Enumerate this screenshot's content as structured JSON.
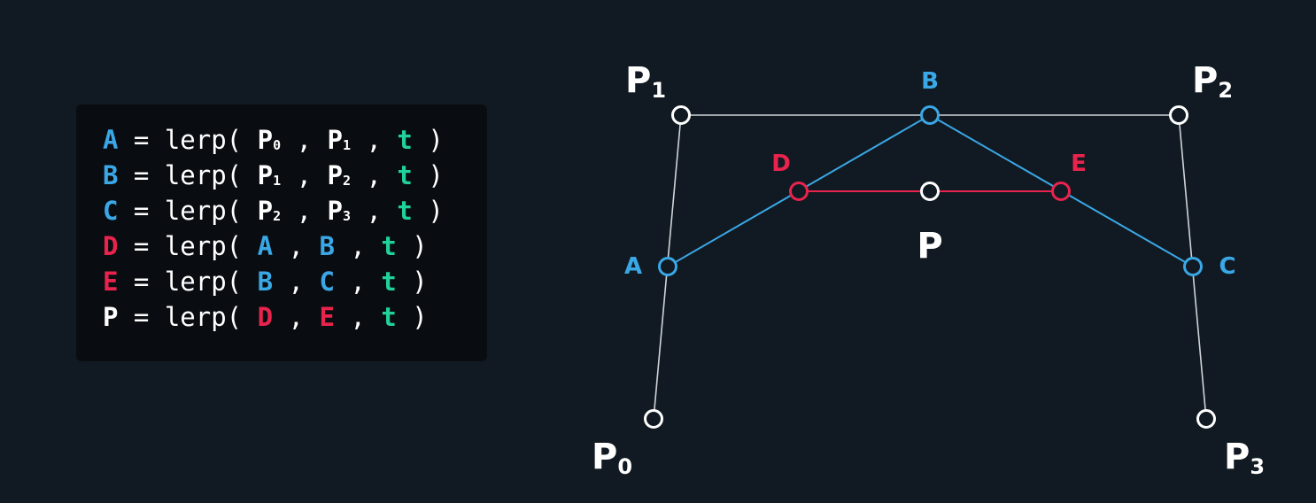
{
  "colors": {
    "background": "#111a22",
    "panel": "#090d11",
    "white": "#ffffff",
    "blue": "#3aa7e6",
    "red": "#e8234d",
    "green": "#20d19a",
    "thin_line": "#cfd4d8"
  },
  "code_lines": [
    {
      "result": "A",
      "result_color": "blue",
      "prefix": " = lerp( ",
      "args": [
        {
          "base": "P",
          "sub": "0",
          "color": "white"
        },
        {
          "base": "P",
          "sub": "1",
          "color": "white"
        },
        {
          "base": "t",
          "sub": "",
          "color": "green"
        }
      ],
      "suffix": " )"
    },
    {
      "result": "B",
      "result_color": "blue",
      "prefix": " = lerp( ",
      "args": [
        {
          "base": "P",
          "sub": "1",
          "color": "white"
        },
        {
          "base": "P",
          "sub": "2",
          "color": "white"
        },
        {
          "base": "t",
          "sub": "",
          "color": "green"
        }
      ],
      "suffix": " )"
    },
    {
      "result": "C",
      "result_color": "blue",
      "prefix": " = lerp( ",
      "args": [
        {
          "base": "P",
          "sub": "2",
          "color": "white"
        },
        {
          "base": "P",
          "sub": "3",
          "color": "white"
        },
        {
          "base": "t",
          "sub": "",
          "color": "green"
        }
      ],
      "suffix": " )"
    },
    {
      "result": "D",
      "result_color": "red",
      "prefix": " = lerp( ",
      "args": [
        {
          "base": "A",
          "sub": "",
          "color": "blue"
        },
        {
          "base": "B",
          "sub": "",
          "color": "blue"
        },
        {
          "base": "t",
          "sub": "",
          "color": "green"
        }
      ],
      "suffix": " )"
    },
    {
      "result": "E",
      "result_color": "red",
      "prefix": " = lerp( ",
      "args": [
        {
          "base": "B",
          "sub": "",
          "color": "blue"
        },
        {
          "base": "C",
          "sub": "",
          "color": "blue"
        },
        {
          "base": "t",
          "sub": "",
          "color": "green"
        }
      ],
      "suffix": " )"
    },
    {
      "result": "P",
      "result_color": "white",
      "prefix": " = lerp( ",
      "args": [
        {
          "base": "D",
          "sub": "",
          "color": "red"
        },
        {
          "base": "E",
          "sub": "",
          "color": "red"
        },
        {
          "base": "t",
          "sub": "",
          "color": "green"
        }
      ],
      "suffix": " )"
    }
  ],
  "points": [
    {
      "id": "P0",
      "base": "P",
      "sub": "0",
      "color": "white"
    },
    {
      "id": "P1",
      "base": "P",
      "sub": "1",
      "color": "white"
    },
    {
      "id": "P2",
      "base": "P",
      "sub": "2",
      "color": "white"
    },
    {
      "id": "P3",
      "base": "P",
      "sub": "3",
      "color": "white"
    },
    {
      "id": "A",
      "base": "A",
      "sub": "",
      "color": "blue"
    },
    {
      "id": "B",
      "base": "B",
      "sub": "",
      "color": "blue"
    },
    {
      "id": "C",
      "base": "C",
      "sub": "",
      "color": "blue"
    },
    {
      "id": "D",
      "base": "D",
      "sub": "",
      "color": "red"
    },
    {
      "id": "E",
      "base": "E",
      "sub": "",
      "color": "red"
    },
    {
      "id": "P",
      "base": "P",
      "sub": "",
      "color": "white"
    }
  ],
  "segments": [
    {
      "from": "P0",
      "to": "P1",
      "color": "thin_line"
    },
    {
      "from": "P1",
      "to": "P2",
      "color": "thin_line"
    },
    {
      "from": "P2",
      "to": "P3",
      "color": "thin_line"
    },
    {
      "from": "A",
      "to": "B",
      "color": "blue"
    },
    {
      "from": "B",
      "to": "C",
      "color": "blue"
    },
    {
      "from": "D",
      "to": "E",
      "color": "red"
    }
  ]
}
